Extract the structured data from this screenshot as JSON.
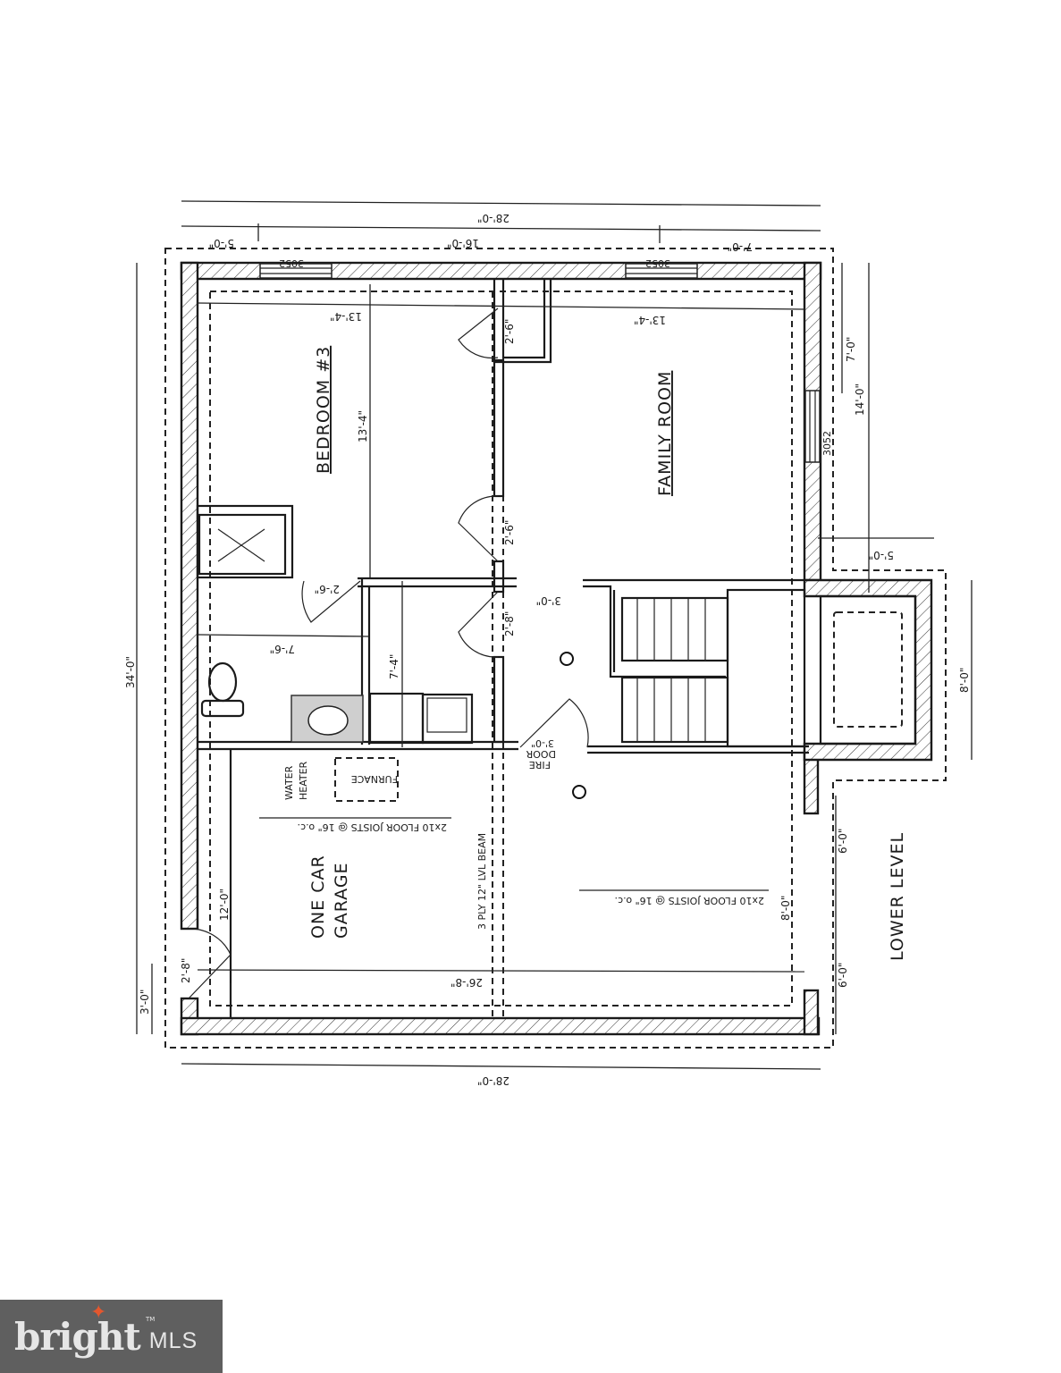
{
  "drawing": {
    "title": "LOWER LEVEL",
    "orientation": "rotated 90 degrees",
    "rooms": {
      "bedroom": "BEDROOM #3",
      "family_room": "FAMILY ROOM",
      "garage_line1": "ONE CAR",
      "garage_line2": "GARAGE"
    },
    "fixtures": {
      "water_heater_line1": "WATER",
      "water_heater_line2": "HEATER",
      "furnace": "FURNACE",
      "fire_door_line1": "FIRE",
      "fire_door_line2": "DOOR",
      "fire_door_width": "3'-0\"",
      "beam": "3 PLY 12\" LVL BEAM",
      "joists_garage": "2x10 FLOOR JOISTS @ 16\" o.c.",
      "joists_main": "2x10 FLOOR JOISTS @ 16\" o.c."
    },
    "windows": [
      "3052",
      "3052",
      "3052"
    ],
    "dimensions": {
      "overall_top": "28'-0\"",
      "top_left": "5'-0\"",
      "top_mid": "16'-0\"",
      "top_right": "7'-0\"",
      "overall_bottom": "28'-0\"",
      "overall_left": "34'-0\"",
      "left_small": "3'-0\"",
      "garage_door": "2'-8\"",
      "garage_depth": "12'-0\"",
      "garage_length": "26'-8\"",
      "bedroom_width": "13'-4\"",
      "bedroom_length": "13'-4\"",
      "family_width": "13'-4\"",
      "closet_door": "2'-6\"",
      "bedroom_door": "2'-6\"",
      "bath_door": "2'-6\"",
      "laundry_door": "2'-8\"",
      "hall_width": "3'-0\"",
      "bath_width": "7'-6\"",
      "laundry_width": "7'-4\"",
      "right_1": "7'-0\"",
      "right_2": "14'-0\"",
      "right_3": "5'-0\"",
      "bump_out": "8'-0\"",
      "right_lower_a": "6'-0\"",
      "right_lower_b": "6'-0\"",
      "garage_inner": "8'-0\""
    }
  },
  "logo": {
    "brand_word": "bright",
    "brand_suffix": "MLS",
    "trademark": "TM",
    "accent_color": "#e4572e"
  }
}
